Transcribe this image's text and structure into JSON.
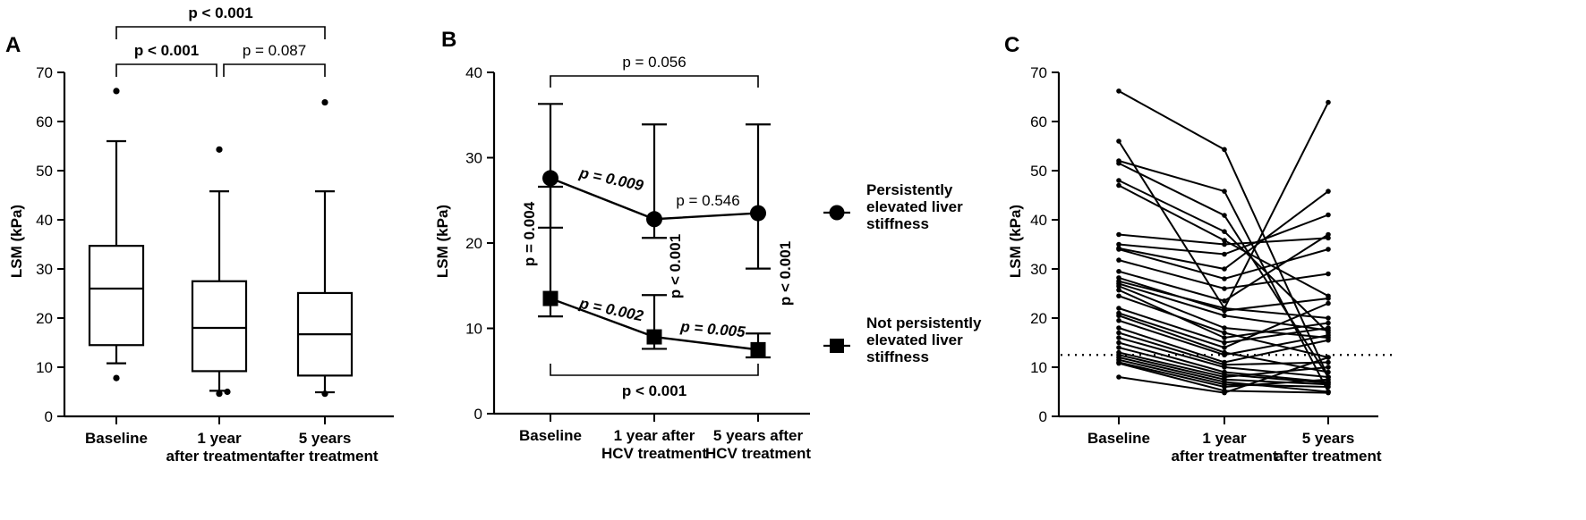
{
  "chart_data": [
    {
      "id": "A",
      "type": "box",
      "panel_label": "A",
      "ylabel": "LSM (kPa)",
      "ylim": [
        0,
        70
      ],
      "yticks": [
        0,
        10,
        20,
        30,
        40,
        50,
        60,
        70
      ],
      "categories": [
        [
          "Baseline"
        ],
        [
          "1 year",
          "after treatment"
        ],
        [
          "5 years",
          "after treatment"
        ]
      ],
      "boxes": [
        {
          "whisker_low": 10.8,
          "q1": 14.5,
          "median": 26.0,
          "q3": 34.7,
          "whisker_high": 56.0,
          "outliers": [
            66.2,
            7.8
          ]
        },
        {
          "whisker_low": 5.2,
          "q1": 9.2,
          "median": 18.0,
          "q3": 27.5,
          "whisker_high": 45.8,
          "outliers": [
            54.3,
            4.6,
            5.0
          ]
        },
        {
          "whisker_low": 4.9,
          "q1": 8.3,
          "median": 16.7,
          "q3": 25.1,
          "whisker_high": 45.8,
          "outliers": [
            63.9,
            4.6
          ]
        }
      ],
      "comparisons": [
        {
          "from": 0,
          "to": 1,
          "text": "p < 0.001",
          "bold": true,
          "level": 1
        },
        {
          "from": 1,
          "to": 2,
          "text": "p = 0.087",
          "bold": false,
          "level": 1
        },
        {
          "from": 0,
          "to": 2,
          "text": "p < 0.001",
          "bold": true,
          "level": 2
        }
      ]
    },
    {
      "id": "B",
      "type": "line",
      "panel_label": "B",
      "ylabel": "LSM (kPa)",
      "ylim": [
        0,
        40
      ],
      "yticks": [
        0,
        10,
        20,
        30,
        40
      ],
      "categories": [
        [
          "Baseline"
        ],
        [
          "1 year after",
          "HCV treatment"
        ],
        [
          "5 years after",
          "HCV treatment"
        ]
      ],
      "series": [
        {
          "name": "Persistently elevated liver stiffness",
          "legend": [
            "Persistently",
            "elevated liver",
            "stiffness"
          ],
          "marker": "circle",
          "values": [
            27.6,
            22.8,
            23.5
          ],
          "err_low": [
            21.8,
            20.6,
            17.0
          ],
          "err_high": [
            36.3,
            33.9,
            33.9
          ]
        },
        {
          "name": "Not persistently elevated liver stiffness",
          "legend": [
            "Not persistently",
            "elevated liver",
            "stiffness"
          ],
          "marker": "square",
          "values": [
            13.5,
            9.0,
            7.5
          ],
          "err_low": [
            11.4,
            7.6,
            6.6
          ],
          "err_high": [
            26.6,
            13.9,
            9.4
          ]
        }
      ],
      "annotations": {
        "top_bracket": "p = 0.056",
        "bottom_bracket": "p < 0.001",
        "upper_segment_1": "p = 0.009",
        "upper_segment_2": "p = 0.546",
        "lower_segment_1": "p = 0.002",
        "lower_segment_2": "p = 0.005",
        "vertical_baseline": "p = 0.004",
        "vertical_1year": "p < 0.001",
        "vertical_5years": "p < 0.001"
      }
    },
    {
      "id": "C",
      "type": "line",
      "panel_label": "C",
      "ylabel": "LSM (kPa)",
      "ylim": [
        0,
        70
      ],
      "yticks": [
        0,
        10,
        20,
        30,
        40,
        50,
        60,
        70
      ],
      "categories": [
        [
          "Baseline"
        ],
        [
          "1 year",
          "after treatment"
        ],
        [
          "5 years",
          "after treatment"
        ]
      ],
      "reference_line": 12.5,
      "subjects": [
        [
          66.2,
          54.3,
          8.0
        ],
        [
          56.0,
          22.0,
          63.9
        ],
        [
          52.0,
          45.8,
          5.0
        ],
        [
          51.5,
          40.9,
          8.0
        ],
        [
          48.0,
          37.6,
          17.0
        ],
        [
          47.0,
          35.8,
          24.5
        ],
        [
          37.0,
          35.0,
          36.3
        ],
        [
          35.0,
          33.0,
          41.0
        ],
        [
          34.2,
          30.0,
          45.8
        ],
        [
          34.0,
          28.0,
          34.0
        ],
        [
          31.8,
          26.0,
          29.0
        ],
        [
          29.5,
          23.5,
          37.0
        ],
        [
          28.2,
          21.5,
          24.0
        ],
        [
          27.5,
          22.0,
          20.0
        ],
        [
          27.0,
          20.5,
          17.5
        ],
        [
          26.5,
          18.0,
          16.0
        ],
        [
          25.7,
          16.0,
          19.0
        ],
        [
          24.5,
          17.0,
          12.0
        ],
        [
          22.0,
          15.0,
          18.0
        ],
        [
          21.0,
          14.0,
          23.0
        ],
        [
          20.5,
          13.0,
          9.0
        ],
        [
          19.5,
          12.5,
          16.5
        ],
        [
          18.0,
          11.0,
          15.5
        ],
        [
          17.0,
          10.5,
          11.0
        ],
        [
          16.0,
          10.0,
          8.0
        ],
        [
          15.0,
          9.0,
          7.0
        ],
        [
          14.0,
          8.5,
          6.8
        ],
        [
          13.0,
          8.0,
          10.0
        ],
        [
          12.5,
          7.5,
          6.5
        ],
        [
          12.0,
          7.0,
          5.0
        ],
        [
          11.5,
          6.5,
          6.0
        ],
        [
          11.0,
          6.0,
          7.5
        ],
        [
          10.8,
          5.2,
          4.8
        ],
        [
          8.0,
          4.8,
          12.0
        ]
      ]
    }
  ]
}
